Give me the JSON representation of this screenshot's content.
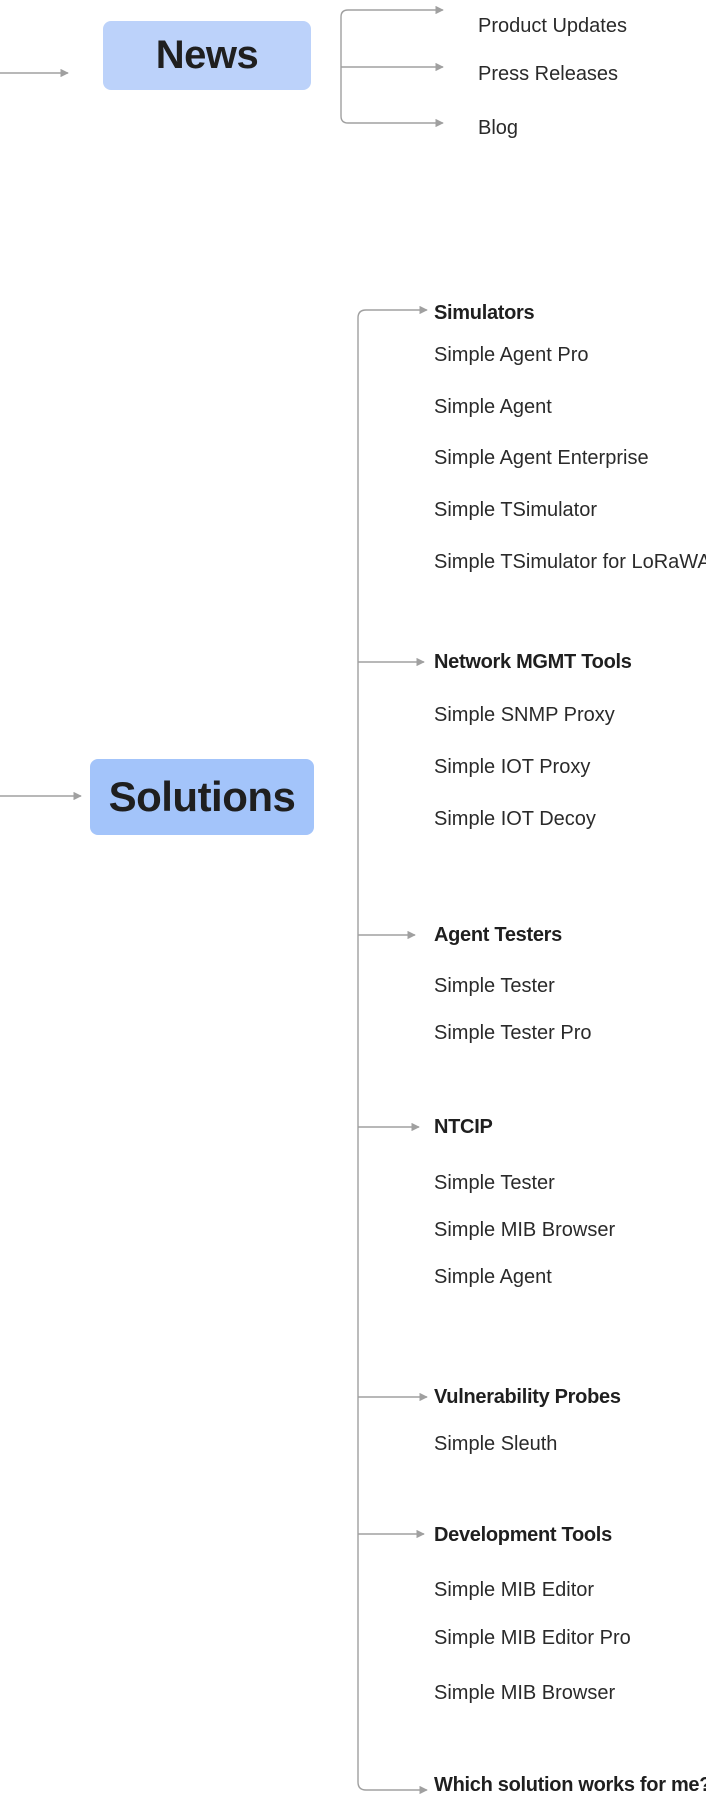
{
  "news": {
    "label": "News",
    "items": [
      "Product Updates",
      "Press Releases",
      "Blog"
    ]
  },
  "solutions": {
    "label": "Solutions",
    "groups": [
      {
        "title": "Simulators",
        "items": [
          "Simple Agent Pro",
          "Simple Agent",
          "Simple Agent Enterprise",
          "Simple TSimulator",
          "Simple TSimulator for LoRaWAN"
        ]
      },
      {
        "title": "Network MGMT Tools",
        "items": [
          "Simple SNMP Proxy",
          "Simple IOT Proxy",
          "Simple IOT Decoy"
        ]
      },
      {
        "title": "Agent Testers",
        "items": [
          "Simple Tester",
          "Simple Tester Pro"
        ]
      },
      {
        "title": "NTCIP",
        "items": [
          "Simple Tester",
          "Simple MIB Browser",
          "Simple Agent"
        ]
      },
      {
        "title": "Vulnerability Probes",
        "items": [
          "Simple Sleuth"
        ]
      },
      {
        "title": "Development Tools",
        "items": [
          "Simple MIB Editor",
          "Simple MIB Editor Pro",
          "Simple MIB Browser"
        ]
      },
      {
        "title": "Which solution works for me?",
        "items": []
      }
    ]
  },
  "colors": {
    "news_node": "#bcd2fa",
    "solutions_node": "#a3c4fa",
    "connector": "#a0a0a0",
    "text": "#2a2a2a"
  }
}
